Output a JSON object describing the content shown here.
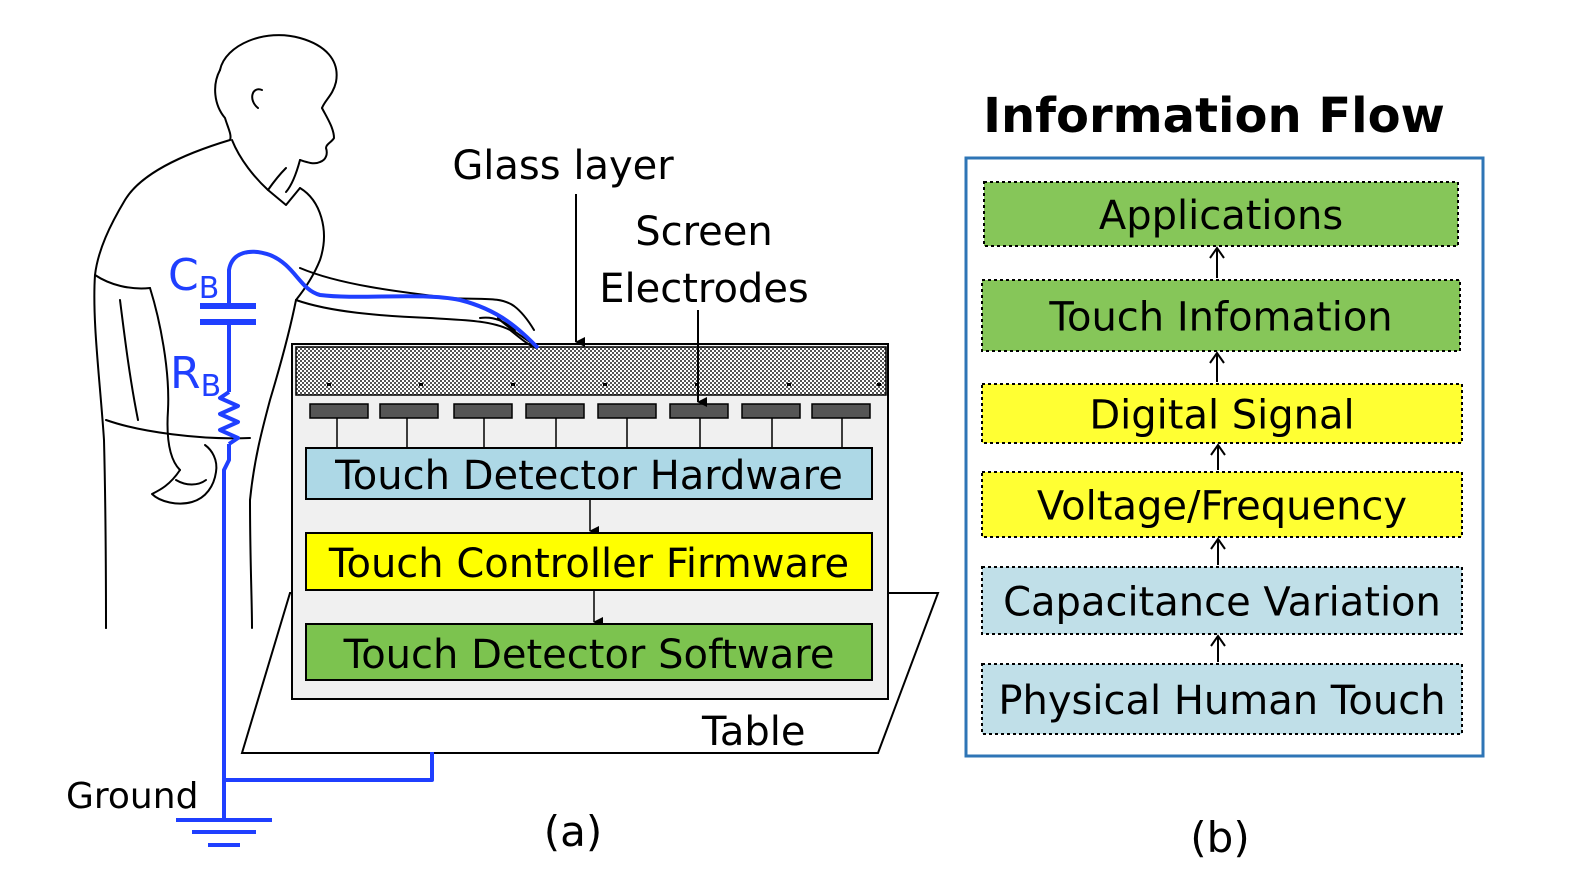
{
  "panel_a": {
    "glass_label": "Glass layer",
    "electrodes_label_1": "Screen",
    "electrodes_label_2": "Electrodes",
    "cb_main": "C",
    "cb_sub": "B",
    "rb_main": "R",
    "rb_sub": "B",
    "ground_label": "Ground",
    "table_label": "Table",
    "layers": [
      {
        "label": "Touch Detector Hardware",
        "color": "#add8e6"
      },
      {
        "label": "Touch Controller Firmware",
        "color": "#ffff00"
      },
      {
        "label": "Touch Detector Software",
        "color": "#7cc34f"
      }
    ],
    "caption": "(a)",
    "wire_color": "#1f3fff"
  },
  "panel_b": {
    "title": "Information Flow",
    "levels": [
      {
        "label": "Applications",
        "color": "#86c659"
      },
      {
        "label": "Touch Infomation",
        "color": "#86c659"
      },
      {
        "label": "Digital Signal",
        "color": "#ffff33"
      },
      {
        "label": "Voltage/Frequency",
        "color": "#ffff33"
      },
      {
        "label": "Capacitance Variation",
        "color": "#c0dfe8"
      },
      {
        "label": "Physical Human Touch",
        "color": "#c0dfe8"
      }
    ],
    "frame_color": "#2e75b6",
    "caption": "(b)"
  }
}
